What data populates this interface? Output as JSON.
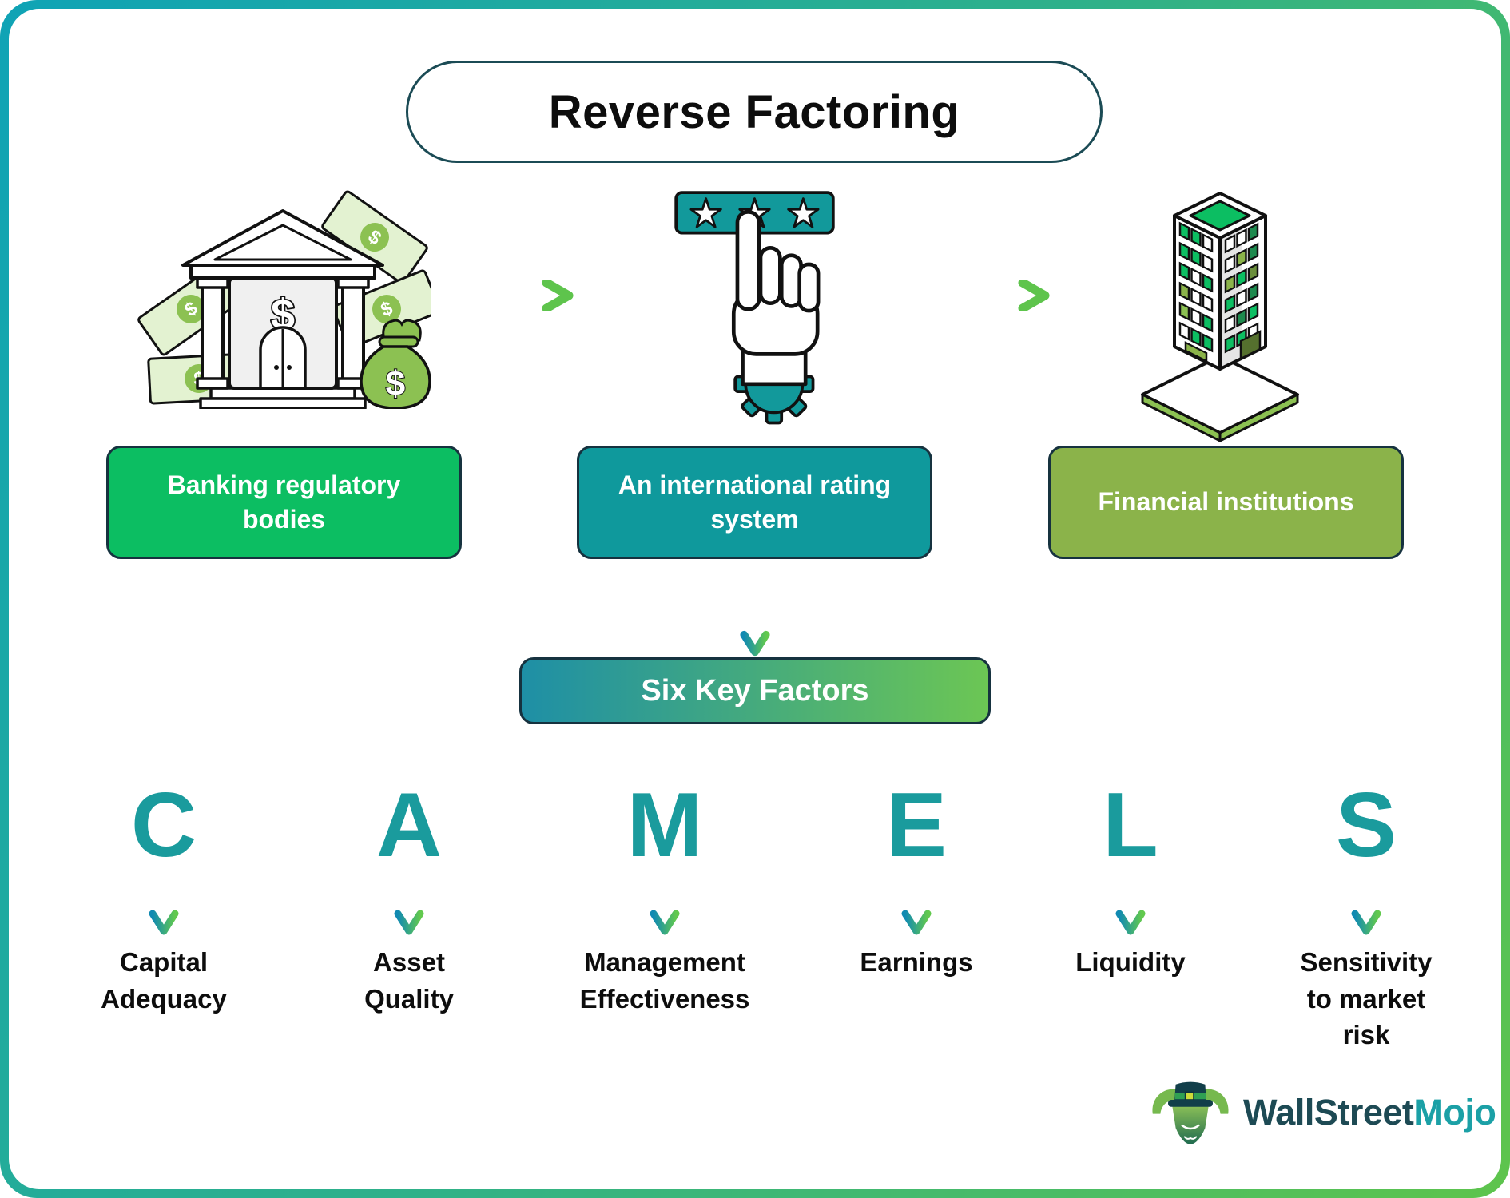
{
  "title": "Reverse Factoring",
  "nodes": [
    {
      "label": "Banking regulatory bodies",
      "color": "#0cbe62",
      "icon": "bank-money-icon"
    },
    {
      "label": "An international rating system",
      "color": "#0f999c",
      "icon": "rating-stars-hand-icon"
    },
    {
      "label": "Financial institutions",
      "color": "#8bb34a",
      "icon": "office-building-icon"
    }
  ],
  "six_key_factors": "Six Key Factors",
  "factors": [
    {
      "letter": "C",
      "label": "Capital Adequacy"
    },
    {
      "letter": "A",
      "label": "Asset Quality"
    },
    {
      "letter": "M",
      "label": "Management Effectiveness"
    },
    {
      "letter": "E",
      "label": "Earnings"
    },
    {
      "letter": "L",
      "label": "Liquidity"
    },
    {
      "letter": "S",
      "label": "Sensitivity to market risk"
    }
  ],
  "logo": {
    "part1": "WallStreet",
    "part2": "Mojo",
    "icon": "bull-mascot-icon"
  },
  "colors": {
    "frame_gradient_start": "#0fa3b6",
    "frame_gradient_end": "#5ec44c",
    "box_border": "#16323f",
    "title_border": "#1b4b55",
    "camels_letter": "#1a9b9d",
    "arrow_gradient_start": "#17919f",
    "arrow_gradient_end": "#5ec44c",
    "skf_gradient_start": "#1e8fa6",
    "skf_gradient_end": "#6cc654"
  }
}
